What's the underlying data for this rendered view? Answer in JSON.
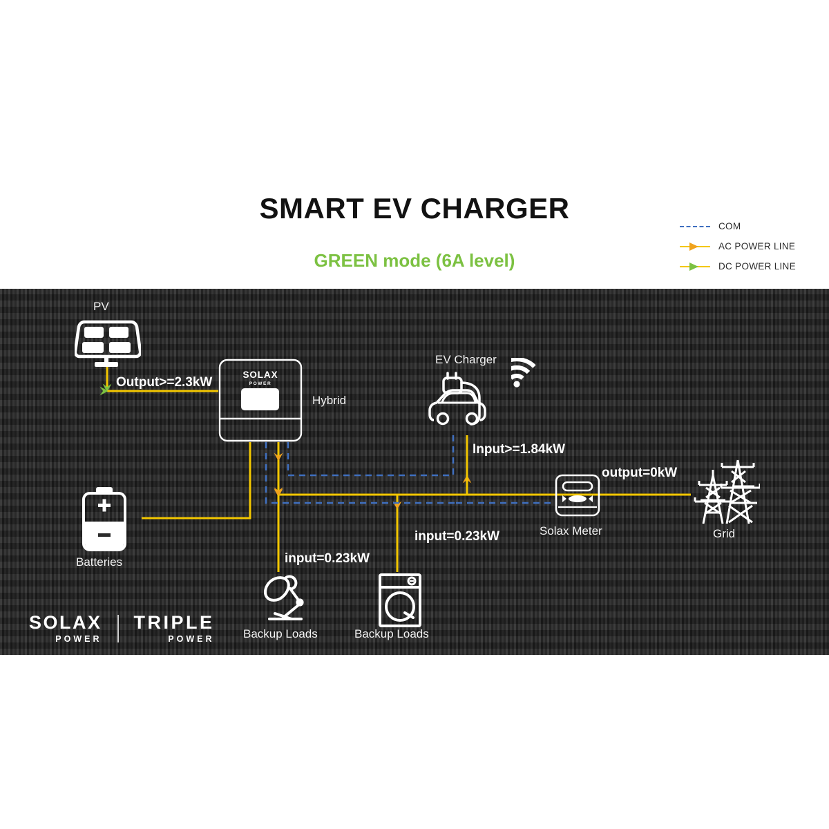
{
  "header": {
    "title": "SMART EV CHARGER",
    "subtitle": "GREEN mode (6A level)"
  },
  "legend": {
    "items": [
      {
        "label": "COM",
        "style": "dashed",
        "line_color": "#3f6fbf",
        "icon": "dashed-line-icon"
      },
      {
        "label": "AC POWER LINE",
        "style": "arrow",
        "line_color": "#f3c700",
        "arrow_color": "#f0a31e",
        "icon": "arrow-right-icon"
      },
      {
        "label": "DC POWER LINE",
        "style": "arrow",
        "line_color": "#f3c700",
        "arrow_color": "#7cc142",
        "icon": "arrow-right-icon"
      }
    ]
  },
  "diagram": {
    "nodes": [
      {
        "id": "pv",
        "label": "PV",
        "icon": "solar-panel-icon"
      },
      {
        "id": "inverter",
        "label": "Hybrid",
        "icon": "hybrid-inverter-icon",
        "brand": "SOLAX",
        "brand_sub": "POWER"
      },
      {
        "id": "ev_charger",
        "label": "EV Charger",
        "icon": "ev-charger-icon"
      },
      {
        "id": "wifi",
        "label": "",
        "icon": "wifi-icon"
      },
      {
        "id": "meter",
        "label": "Solax Meter",
        "icon": "energy-meter-icon"
      },
      {
        "id": "grid",
        "label": "Grid",
        "icon": "power-tower-icon"
      },
      {
        "id": "batteries",
        "label": "Batteries",
        "icon": "battery-icon"
      },
      {
        "id": "load_lamp",
        "label": "Backup Loads",
        "icon": "desk-lamp-icon"
      },
      {
        "id": "load_washer",
        "label": "Backup Loads",
        "icon": "washing-machine-icon"
      }
    ],
    "flows": [
      {
        "id": "pv_output",
        "label": "Output>=2.3kW",
        "from": "pv",
        "to": "inverter"
      },
      {
        "id": "ev_input",
        "label": "Input>=1.84kW",
        "from": "inverter",
        "to": "ev_charger"
      },
      {
        "id": "grid_output",
        "label": "output=0kW",
        "from": "grid",
        "to": "meter"
      },
      {
        "id": "lamp_input",
        "label": "input=0.23kW",
        "from": "inverter",
        "to": "load_lamp"
      },
      {
        "id": "washer_input",
        "label": "input=0.23kW",
        "from": "inverter",
        "to": "load_washer"
      }
    ]
  },
  "branding": {
    "solax_main": "SOLAX",
    "solax_sub": "POWER",
    "triple_main": "TRIPLE",
    "triple_sub": "POWER"
  },
  "colors": {
    "accent_green": "#7cc142",
    "power_yellow": "#f3c700",
    "ac_arrow_orange": "#f0a31e",
    "dc_arrow_green": "#7cc142",
    "com_blue": "#3f6fbf",
    "panel_bg": "#2b2b2b",
    "text_light": "#f2f2f2"
  }
}
